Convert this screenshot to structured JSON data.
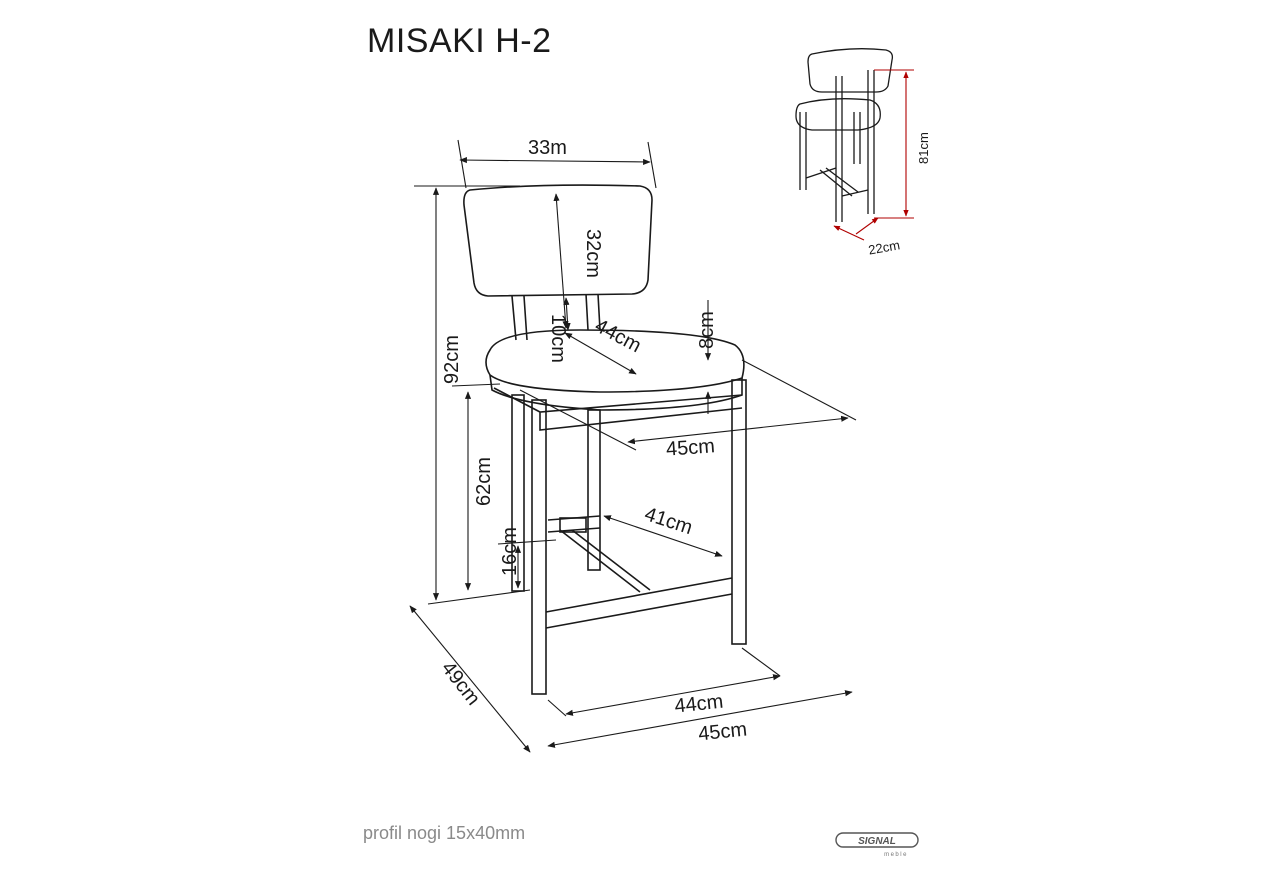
{
  "title": "MISAKI H-2",
  "footer_note": "profil nogi 15x40mm",
  "brand": {
    "name": "SIGNAL",
    "sub": "meble"
  },
  "dimensions": {
    "backrest_width": "33m",
    "backrest_height": "32cm",
    "backrest_gap": "10cm",
    "seat_depth": "44cm",
    "seat_thickness": "8cm",
    "seat_width": "45cm",
    "total_height": "92cm",
    "seat_height": "62cm",
    "footrest_width": "41cm",
    "footrest_height": "16cm",
    "base_depth": "49cm",
    "base_width_inner": "44cm",
    "base_width_outer": "45cm"
  },
  "inset_dimensions": {
    "backrest_top_height": "81cm",
    "backrest_offset": "22cm"
  },
  "colors": {
    "line": "#1a1a1a",
    "inset_arrow": "#b00000",
    "footer_text": "#8a8a8a"
  }
}
